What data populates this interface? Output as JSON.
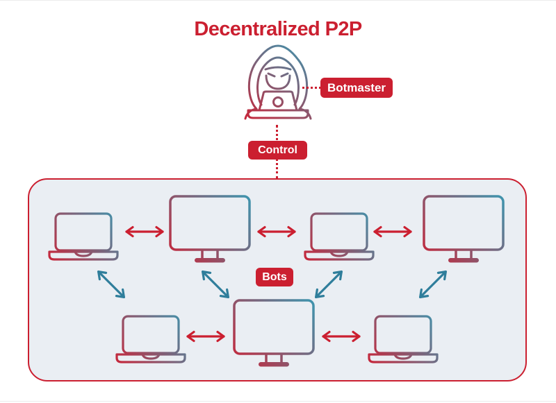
{
  "title": "Decentralized P2P",
  "badges": {
    "botmaster": "Botmaster",
    "control": "Control",
    "bots": "Bots"
  },
  "colors": {
    "accent_red": "#cb1f30",
    "accent_teal": "#2f7e9b",
    "device_gradient_red": "#c5283c",
    "device_gradient_teal": "#4292ab",
    "box_background": "#eaeef3",
    "badge_text": "#ffffff",
    "page_background": "#ffffff"
  },
  "diagram": {
    "actor": {
      "id": "botmaster-hacker",
      "description": "hooded hacker at laptop"
    },
    "network_nodes": [
      {
        "id": "bot-1",
        "type": "laptop",
        "row": "top"
      },
      {
        "id": "bot-2",
        "type": "desktop",
        "row": "top"
      },
      {
        "id": "bot-3",
        "type": "laptop",
        "row": "top"
      },
      {
        "id": "bot-4",
        "type": "desktop",
        "row": "top"
      },
      {
        "id": "bot-5",
        "type": "laptop",
        "row": "bottom"
      },
      {
        "id": "bot-6",
        "type": "desktop",
        "row": "bottom"
      },
      {
        "id": "bot-7",
        "type": "laptop",
        "row": "bottom"
      }
    ],
    "connections": [
      {
        "from": "botmaster-hacker",
        "to": "botmaster-badge",
        "style": "red-dotted-horizontal"
      },
      {
        "from": "botmaster-hacker",
        "to": "bots-box",
        "style": "red-dotted-vertical",
        "label": "Control"
      },
      {
        "from": "bot-1",
        "to": "bot-2",
        "style": "red-double-arrow"
      },
      {
        "from": "bot-2",
        "to": "bot-3",
        "style": "red-double-arrow"
      },
      {
        "from": "bot-3",
        "to": "bot-4",
        "style": "red-double-arrow"
      },
      {
        "from": "bot-5",
        "to": "bot-6",
        "style": "red-double-arrow"
      },
      {
        "from": "bot-6",
        "to": "bot-7",
        "style": "red-double-arrow"
      },
      {
        "from": "bot-1",
        "to": "bot-5",
        "style": "teal-double-arrow-diagonal"
      },
      {
        "from": "bot-2",
        "to": "bot-6",
        "style": "teal-double-arrow-diagonal"
      },
      {
        "from": "bot-6",
        "to": "bot-3",
        "style": "teal-double-arrow-diagonal"
      },
      {
        "from": "bot-7",
        "to": "bot-4",
        "style": "teal-double-arrow-diagonal"
      }
    ]
  }
}
